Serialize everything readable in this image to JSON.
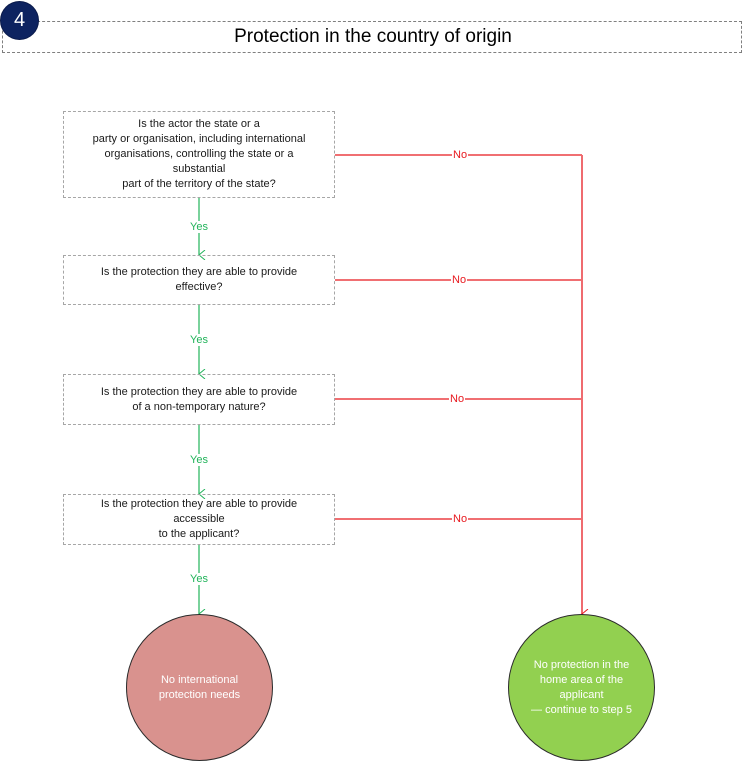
{
  "header": {
    "step_number": "4",
    "title": "Protection in the country of origin"
  },
  "colors": {
    "badge": "#0d2360",
    "yes_connector": "#21b35a",
    "no_connector": "#e8191f",
    "outcome_no_needs": "#d9928e",
    "outcome_continue": "#92d050",
    "question_border": "#a6a6a6"
  },
  "questions": [
    {
      "id": "q1",
      "text": "Is the actor the state or a\nparty or organisation, including international\norganisations, controlling the state or a\nsubstantial\npart of the territory of the state?"
    },
    {
      "id": "q2",
      "text": "Is the protection they are able to provide\neffective?"
    },
    {
      "id": "q3",
      "text": "Is the protection they are able to provide\nof a non-temporary nature?"
    },
    {
      "id": "q4",
      "text": "Is the protection they are able to provide\naccessible\nto the applicant?"
    }
  ],
  "connectors": {
    "yes_label": "Yes",
    "no_label": "No"
  },
  "outcomes": {
    "all_yes": {
      "text": "No international\nprotection needs"
    },
    "any_no": {
      "text": "No protection in the\nhome area of the\napplicant\n— continue to step 5"
    }
  }
}
